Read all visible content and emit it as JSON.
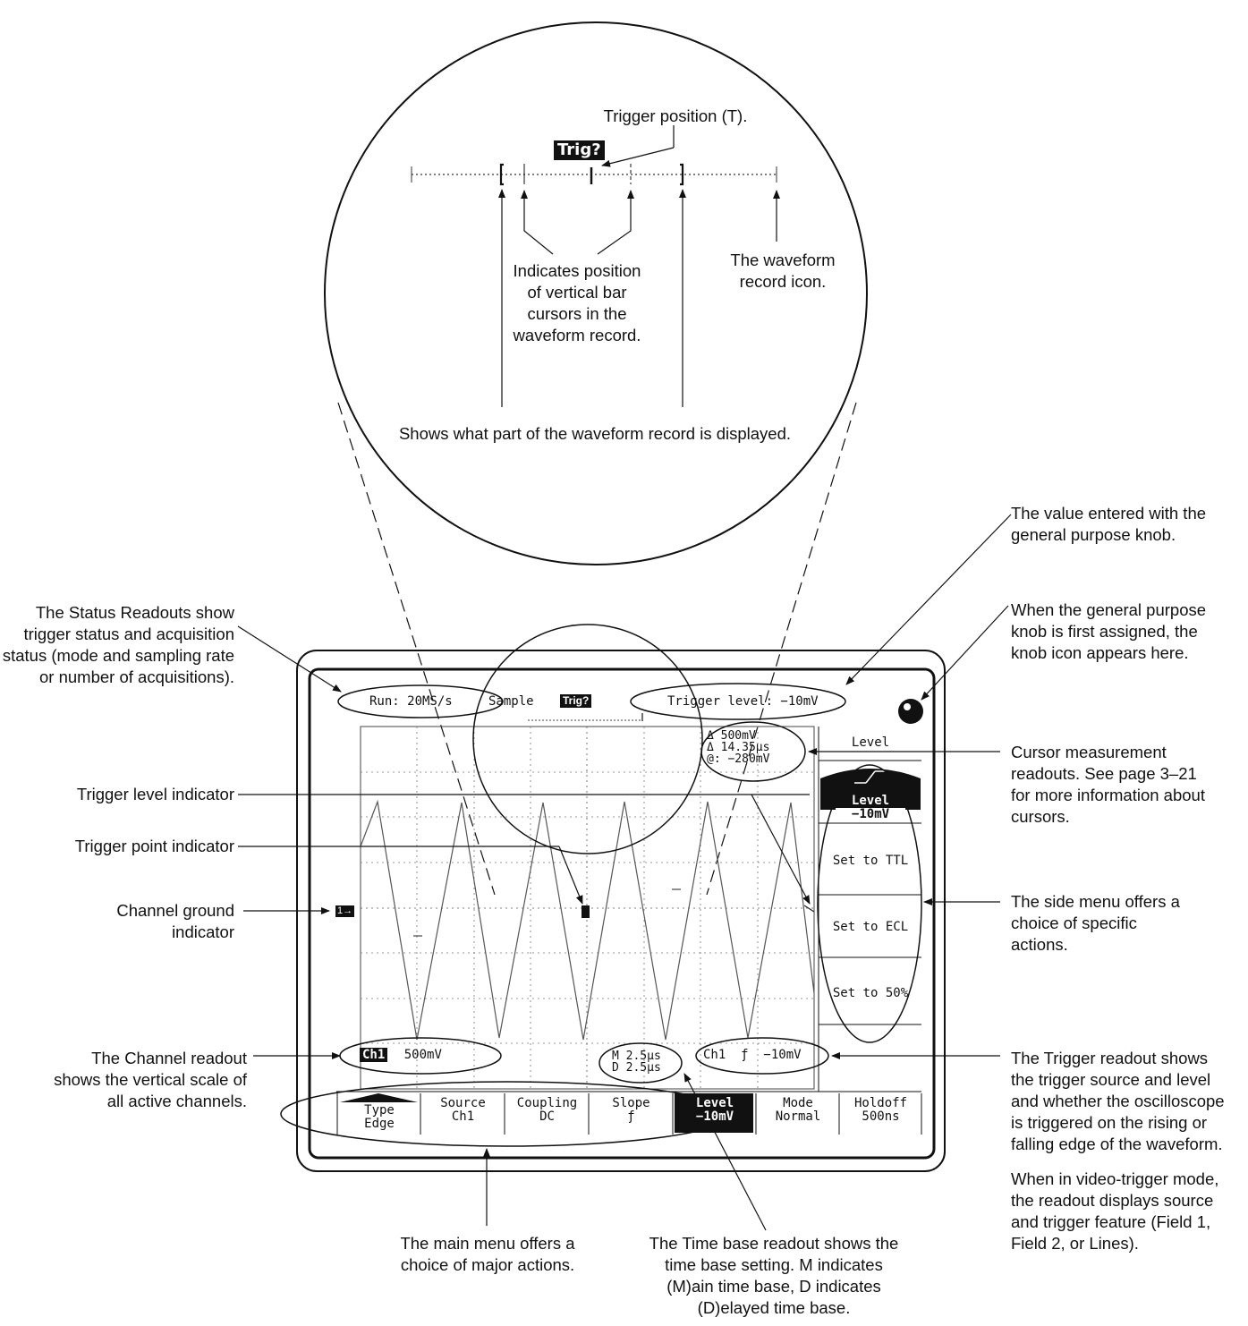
{
  "zoom_callouts": {
    "trigger_position": "Trigger position (T).",
    "trig_badge": "Trig?",
    "cursors_position": [
      "Indicates position",
      "of vertical bar",
      "cursors in the",
      "waveform record."
    ],
    "record_icon": [
      "The waveform",
      "record icon."
    ],
    "displayed_part": "Shows what part of the waveform record is displayed."
  },
  "left_annotations": {
    "status_readouts": [
      "The Status Readouts show",
      "trigger status and acquisition",
      "status (mode and sampling rate",
      "or number of acquisitions)."
    ],
    "trigger_level_indicator": "Trigger level indicator",
    "trigger_point_indicator": "Trigger point indicator",
    "channel_ground": [
      "Channel ground",
      "indicator"
    ],
    "channel_readout": [
      "The Channel readout",
      "shows the vertical scale of",
      "all active channels."
    ]
  },
  "right_annotations": {
    "value_entered": [
      "The value entered with the",
      "general purpose knob."
    ],
    "knob_icon": [
      "When the general purpose",
      "knob is first assigned, the",
      "knob icon appears here."
    ],
    "cursor_readouts": [
      "Cursor measurement",
      "readouts. See page 3–21",
      "for more information about",
      "cursors."
    ],
    "side_menu": [
      "The side menu offers a",
      "choice of specific",
      "actions."
    ],
    "trigger_readout": [
      "The Trigger readout shows",
      "the trigger source and level",
      "and whether the oscilloscope",
      "is triggered on the rising or",
      "falling edge of the waveform."
    ],
    "video_trigger": [
      "When in video-trigger mode,",
      "the readout displays source",
      "and trigger feature (Field 1,",
      "Field 2, or Lines)."
    ]
  },
  "bottom_annotations": {
    "main_menu": [
      "The main menu offers a",
      "choice of major actions."
    ],
    "time_base": [
      "The Time base readout shows the",
      "time base setting. M indicates",
      "(M)ain time base, D indicates",
      "(D)elayed time base."
    ]
  },
  "screen": {
    "status": {
      "run": "Run: 20MS/s",
      "mode": "Sample",
      "trig": "Trig?"
    },
    "trigger_level_readout": "Trigger level: −10mV",
    "cursor_readout": [
      "Δ 500mV",
      "Δ 14.35μs",
      "@: −280mV"
    ],
    "channel_readout": {
      "channel": "Ch1",
      "scale": "500mV"
    },
    "timebase_readout": [
      "M 2.5μs",
      "D 2.5μs"
    ],
    "trigger_readout": "Ch1  ƒ  −10mV",
    "ground_marker": "1→",
    "side_menu": {
      "title": "Level",
      "level_label": "Level",
      "level_value": "−10mV",
      "items": [
        "Set to TTL",
        "Set to ECL",
        "Set to 50%"
      ]
    },
    "main_menu": [
      {
        "top": "Type",
        "bottom": "Edge"
      },
      {
        "top": "Source",
        "bottom": "Ch1"
      },
      {
        "top": "Coupling",
        "bottom": "DC"
      },
      {
        "top": "Slope",
        "bottom": "ƒ"
      },
      {
        "top": "Level",
        "bottom": "−10mV"
      },
      {
        "top": "Mode",
        "bottom": "Normal"
      },
      {
        "top": "Holdoff",
        "bottom": "500ns"
      }
    ]
  }
}
